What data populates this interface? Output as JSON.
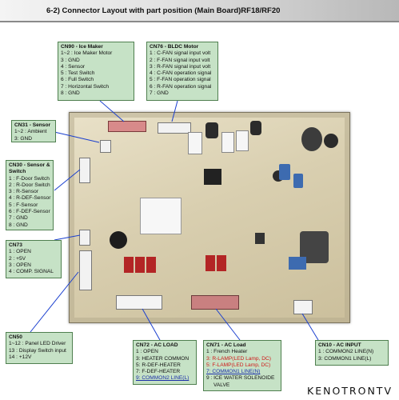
{
  "header": {
    "title": "6-2)  Connector Layout with part position (Main Board)RF18/RF20"
  },
  "callouts": {
    "cn90": {
      "title": "CN90 - Ice Maker",
      "lines": [
        "1~2 : Ice Maker Motor",
        "3 : GND",
        "4 : Sensor",
        "5 : Test Switch",
        "6 : Full Switch",
        "7 : Horizontal Switch",
        "8 : GND"
      ]
    },
    "cn76": {
      "title": "CN76 - BLDC Motor",
      "lines": [
        "1 : C-FAN signal input volt",
        "2 : F-FAN signal input volt",
        "3 : R-FAN signal input volt",
        "4 : C-FAN operation signal",
        "5 : F-FAN operation signal",
        "6 : R-FAN operation signal",
        "7 : GND"
      ]
    },
    "cn31": {
      "title": "CN31 - Sensor",
      "lines": [
        "1~2 : Ambient",
        "3:  GND"
      ]
    },
    "cn30": {
      "title": "CN30 - Sensor &",
      "title2": "Switch",
      "lines": [
        "1 : F-Door Switch",
        "2 : R-Door Switch",
        "3 : R-Sensor",
        "4 : R-DEF-Sensor",
        "5 : F-Sensor",
        "6 : F-DEF-Sensor",
        "7 : GND",
        "8 : GND"
      ]
    },
    "cn73": {
      "title": "CN73",
      "lines": [
        "1 : OPEN",
        "2 : +5V",
        "3 : OPEN",
        "4 : COMP. SIGNAL"
      ]
    },
    "cn50": {
      "title": "CN50",
      "lines": [
        "1~12 : Panel LED Driver",
        "13 : Display Switch input",
        "14 : +12V"
      ]
    },
    "cn72": {
      "title": "CN72 - AC LOAD",
      "lines": [
        "1 : OPEN",
        "3: HEATER COMMON",
        "5: R-DEF-HEATER",
        "7: F-DEF-HEATER",
        "9: COMMON2 LINE(L)"
      ]
    },
    "cn71": {
      "title": "CN71 - AC Load",
      "lines": [
        "1 : French Heater",
        "3: R-LAMP(LED Lamp, DC)",
        "5: F-LAMP(LED Lamp, DC)",
        "7: COMMON1 LINE(N)",
        "9 : ICE WATER SOLENOIDE",
        "VALVE"
      ]
    },
    "cn10": {
      "title": "CN10 - AC INPUT",
      "lines": [
        "1 : COMMON2 LINE(N)",
        "3: COMMON1 LINE(L)"
      ]
    }
  },
  "watermark": "KENOTRONTV",
  "colors": {
    "callout_bg": "#c6e2c6",
    "callout_border": "#4f7f4f",
    "highlight_red": "#d01818",
    "link_blue": "#1c2fa8",
    "leader_line": "#1a3fcf"
  }
}
